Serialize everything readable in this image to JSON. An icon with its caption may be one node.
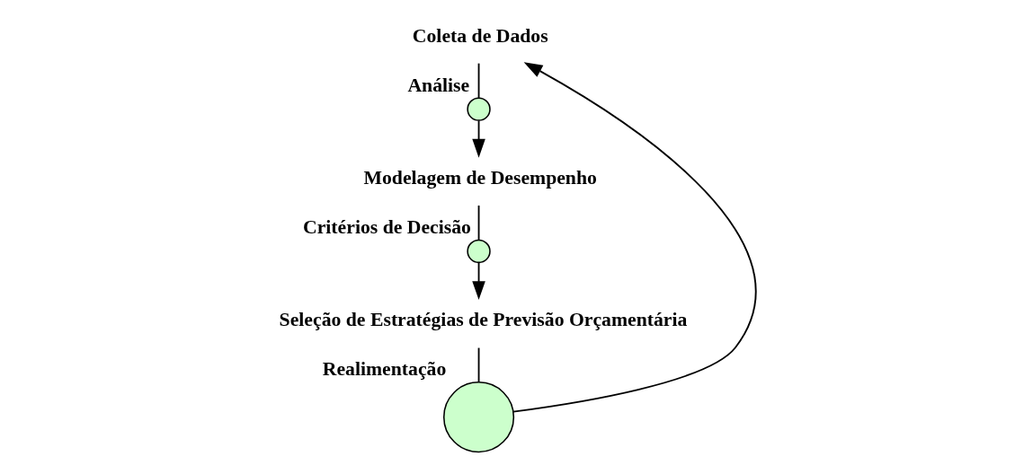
{
  "diagram": {
    "nodes": [
      {
        "text": [
          "Coleta de Dados"
        ]
      },
      {
        "text": [],
        "shape": "circle",
        "beside": [
          "Análise"
        ]
      },
      {
        "text": [
          "Modelagem de Desempenho"
        ]
      },
      {
        "text": [],
        "shape": "circle",
        "beside": [
          "Critérios de Decisão"
        ]
      },
      {
        "text": [
          "Seleção de Estratégias de Previsão Orçamentária"
        ]
      },
      {
        "text": [],
        "shape": "circle",
        "beside": [
          "Realimentação"
        ]
      }
    ],
    "edges": [
      {
        "from": 0,
        "to": 1,
        "arrow": "none"
      },
      {
        "from": 1,
        "to": 2,
        "arrow": "to"
      },
      {
        "from": 2,
        "to": 3,
        "arrow": "none"
      },
      {
        "from": 3,
        "to": 4,
        "arrow": "to"
      },
      {
        "from": 4,
        "to": 5,
        "arrow": "none"
      },
      {
        "from": 5,
        "to": 0,
        "arrow": "to"
      }
    ]
  }
}
